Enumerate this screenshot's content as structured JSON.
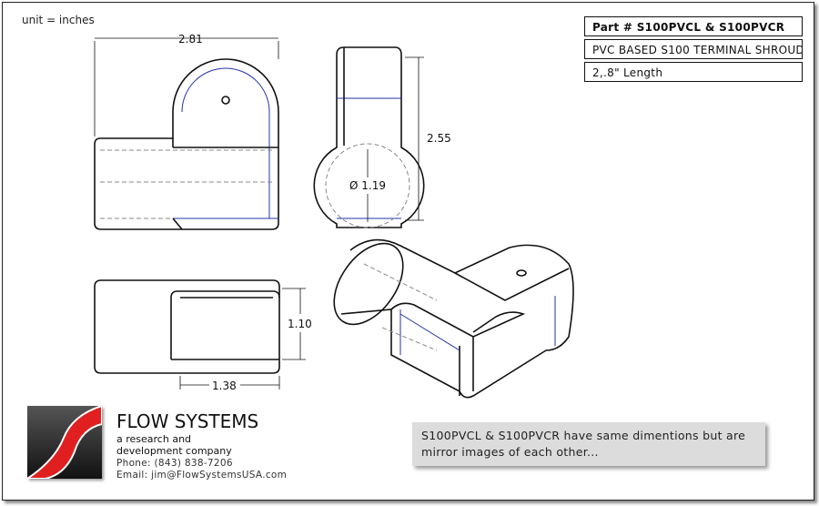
{
  "unit_label": "unit = inches",
  "title_block": {
    "part": "Part # S100PVCL &  S100PVCR",
    "description": "PVC BASED S100 TERMINAL SHROUD",
    "length": "2,.8\" Length"
  },
  "dimensions": {
    "width": "2.81",
    "height": "2.55",
    "diameter": "Ø 1.19",
    "depth": "1.10",
    "offset": "1.38"
  },
  "company": {
    "name": "FLOW SYSTEMS",
    "tagline1": "a research and",
    "tagline2": "development company",
    "phone": "Phone: (843) 838-7206",
    "email": "Email: jim@FlowSystemsUSA.com"
  },
  "note": "S100PVCL & S100PVCR have same dimentions but are mirror images of each other...",
  "colors": {
    "line": "#111111",
    "accent_blue": "#2233aa",
    "logo_red": "#e02020"
  }
}
